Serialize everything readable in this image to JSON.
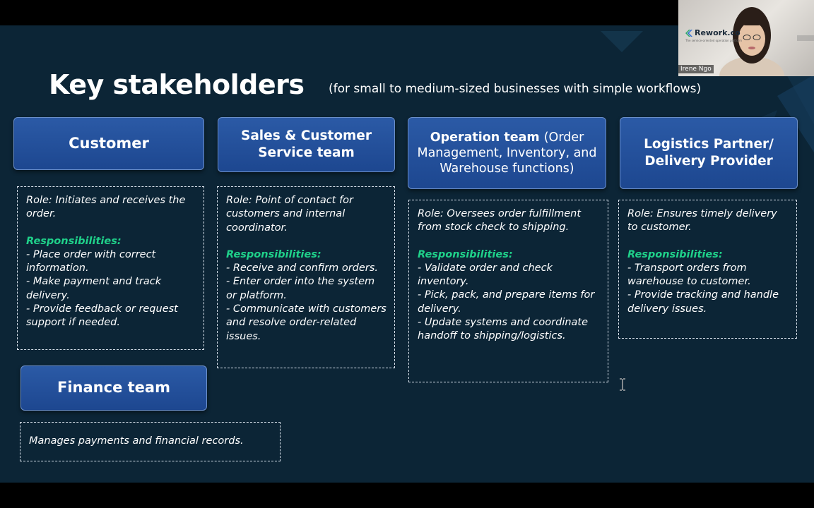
{
  "slide": {
    "title": "Key stakeholders",
    "subtitle": "(for small to medium-sized businesses with simple workflows)",
    "colors": {
      "background": "#0c2536",
      "header_blue": "#2b5aa6",
      "responsibilities_green": "#1fd18a",
      "text": "#ffffff"
    },
    "stakeholders": [
      {
        "header": "Customer",
        "role": "Role: Initiates and receives the order.",
        "responsibilities_label": "Responsibilities:",
        "items": [
          "- Place order with correct information.",
          "- Make payment and track delivery.",
          "- Provide feedback or request support if needed."
        ]
      },
      {
        "header": "Sales & Customer Service team",
        "role": "Role: Point of contact for customers and internal coordinator.",
        "responsibilities_label": "Responsibilities:",
        "items": [
          "- Receive and confirm orders.",
          "- Enter order into the system or platform.",
          "- Communicate with customers and resolve order-related issues."
        ]
      },
      {
        "header": "Operation team",
        "header_note": "(Order Management, Inventory, and Warehouse functions)",
        "role": "Role: Oversees order fulfillment from stock check to shipping.",
        "responsibilities_label": "Responsibilities:",
        "items": [
          "- Validate order and check inventory.",
          "- Pick, pack, and prepare items for delivery.",
          "- Update systems and coordinate handoff to shipping/logistics."
        ]
      },
      {
        "header": "Logistics Partner/ Delivery Provider",
        "role": "Role: Ensures timely delivery to customer.",
        "responsibilities_label": "Responsibilities:",
        "items": [
          "- Transport orders from warehouse to customer.",
          "- Provide tracking and handle delivery issues."
        ]
      }
    ],
    "finance": {
      "header": "Finance team",
      "description": "Manages payments and financial records."
    }
  },
  "webcam": {
    "brand": "Rework.co",
    "tagline": "The service-oriented operation platform",
    "participant_name": "Irene Ngo",
    "icon": "video-participant"
  },
  "cursor": {
    "icon": "text-cursor-icon"
  }
}
